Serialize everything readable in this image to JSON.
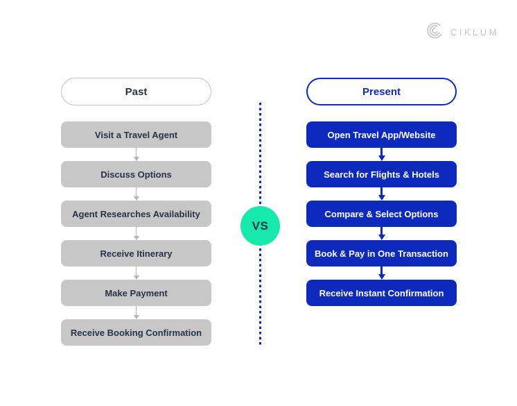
{
  "logo": {
    "text": "CIKLUM",
    "icon": "ciklum-concentric-c-icon"
  },
  "vs_label": "VS",
  "columns": [
    {
      "id": "past",
      "title": "Past",
      "steps": [
        "Visit a Travel Agent",
        "Discuss Options",
        "Agent Researches Availability",
        "Receive Itinerary",
        "Make Payment",
        "Receive Booking Confirmation"
      ]
    },
    {
      "id": "present",
      "title": "Present",
      "steps": [
        "Open Travel App/Website",
        "Search for Flights & Hotels",
        "Compare & Select Options",
        "Book & Pay in One Transaction",
        "Receive Instant Confirmation"
      ]
    }
  ],
  "colors": {
    "brand_blue": "#0D2ABC",
    "box_gray": "#C7C7C7",
    "text_navy": "#26334A",
    "vs_green": "#17E8AB",
    "arrow_gray": "#B3B3B3",
    "pill_border_gray": "#C4C4C4",
    "logo_gray": "#C5C5C5"
  }
}
